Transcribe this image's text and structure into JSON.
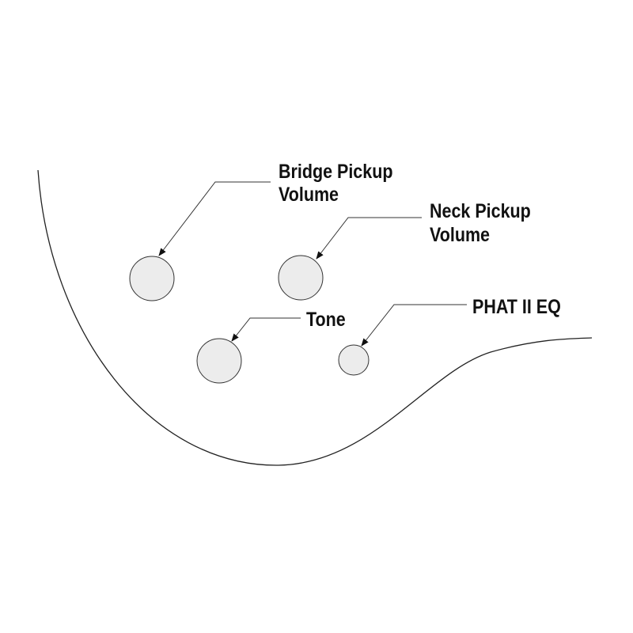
{
  "labels": {
    "bridge_volume": [
      "Bridge Pickup",
      "Volume"
    ],
    "neck_volume": [
      "Neck Pickup",
      "Volume"
    ],
    "tone": "Tone",
    "phat_eq": "PHAT II EQ"
  },
  "colors": {
    "knob_fill": "#ececec",
    "line": "#333333"
  }
}
